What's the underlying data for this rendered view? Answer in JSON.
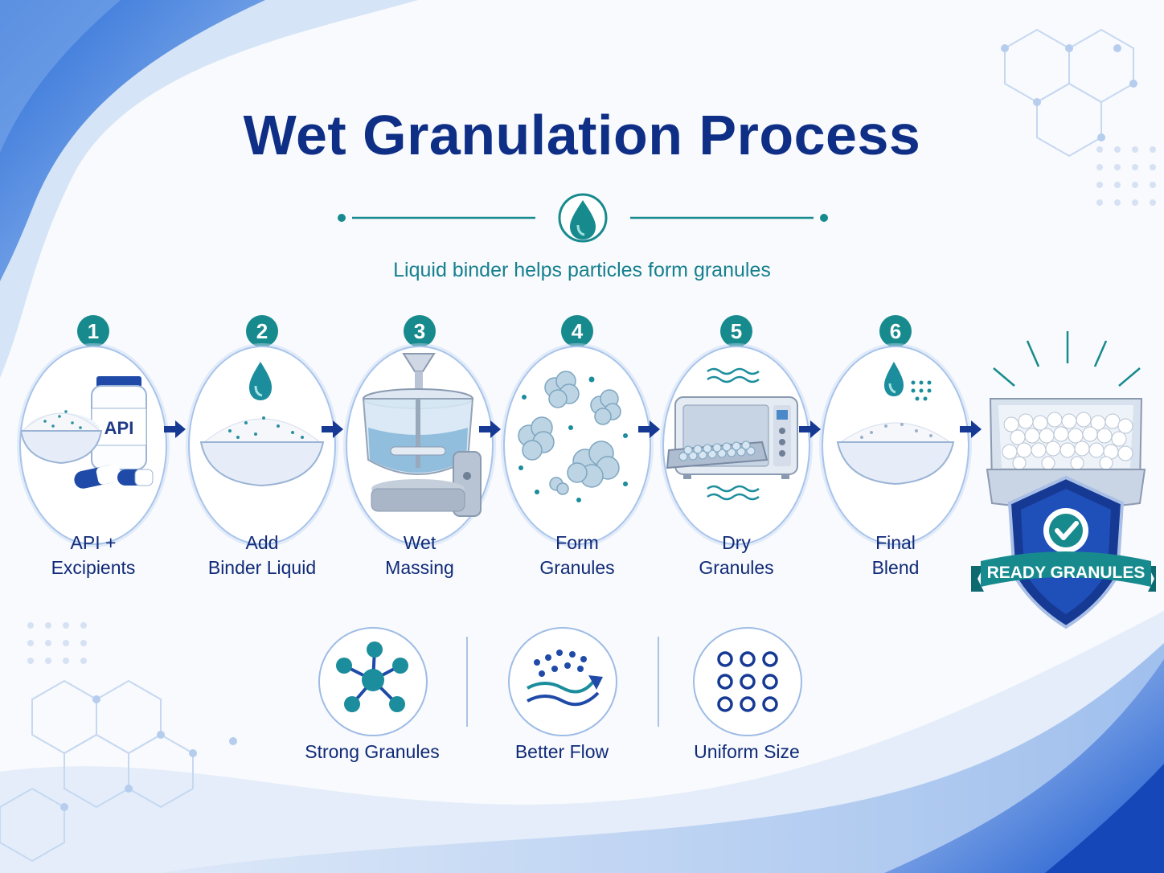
{
  "title": "Wet Granulation Process",
  "subtitle": "Liquid binder helps particles form granules",
  "steps": [
    {
      "number": "1",
      "line1": "API +",
      "line2": "Excipients",
      "icon": "api-bottle-bowl-icon",
      "bottle_label": "API"
    },
    {
      "number": "2",
      "line1": "Add",
      "line2": "Binder Liquid",
      "icon": "binder-drop-bowl-icon"
    },
    {
      "number": "3",
      "line1": "Wet",
      "line2": "Massing",
      "icon": "mixer-icon"
    },
    {
      "number": "4",
      "line1": "Form",
      "line2": "Granules",
      "icon": "granule-clusters-icon"
    },
    {
      "number": "5",
      "line1": "Dry",
      "line2": "Granules",
      "icon": "dryer-oven-icon"
    },
    {
      "number": "6",
      "line1": "Final",
      "line2": "Blend",
      "icon": "final-blend-bowl-icon"
    }
  ],
  "final_badge": {
    "label": "READY GRANULES",
    "icon": "shield-check-icon"
  },
  "benefits": [
    {
      "label": "Strong Granules",
      "icon": "molecule-network-icon"
    },
    {
      "label": "Better Flow",
      "icon": "flow-wave-icon"
    },
    {
      "label": "Uniform Size",
      "icon": "uniform-circles-icon"
    }
  ],
  "colors": {
    "title": "#0f2f86",
    "accent_teal": "#178a8e",
    "step_label": "#102a78",
    "wave_blue": "#1e63d6"
  }
}
